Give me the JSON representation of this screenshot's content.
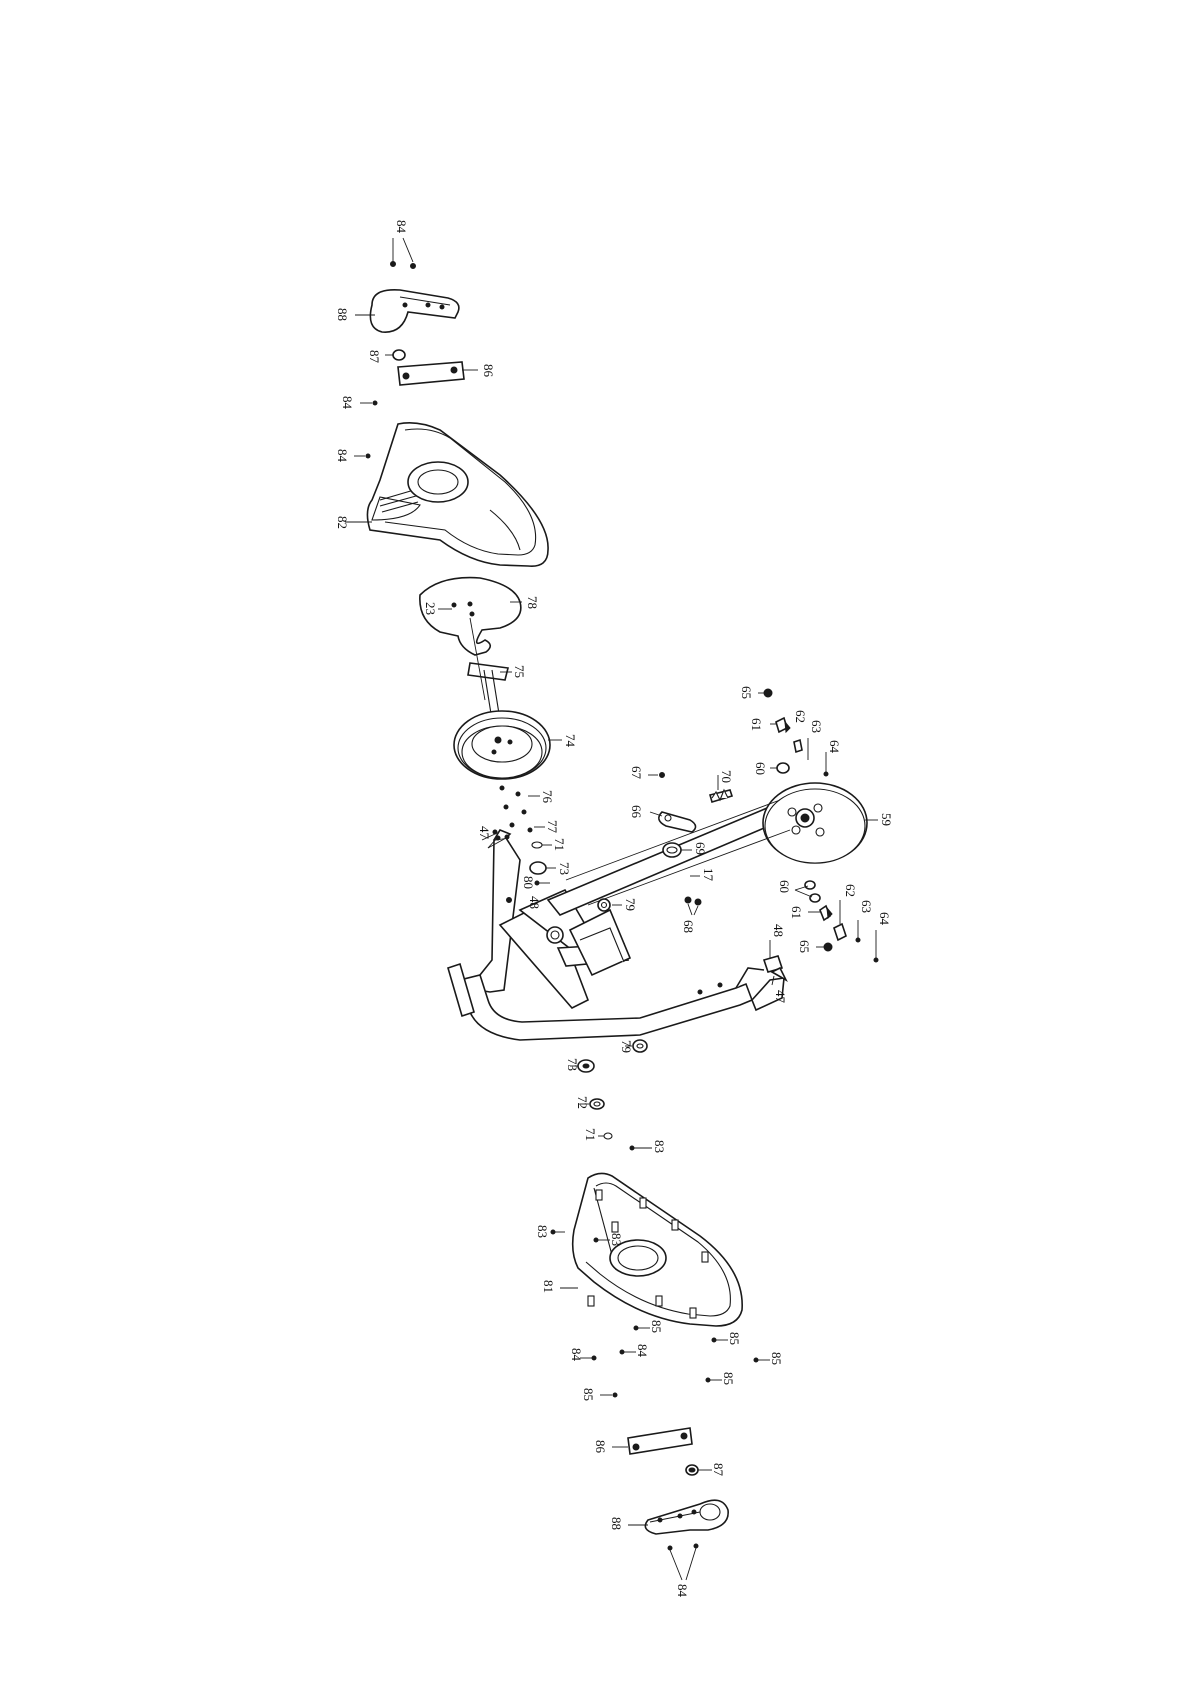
{
  "diagram": {
    "labels": {
      "p84_top": "84",
      "p88_top": "88",
      "p87_top": "87",
      "p86_top": "86",
      "p84_a": "84",
      "p84_b": "84",
      "p82": "82",
      "p78": "78",
      "p23": "23",
      "p75": "75",
      "p74": "74",
      "p76": "76",
      "p77": "77",
      "p71_top": "71",
      "p73_top": "73",
      "p80": "80",
      "p48_left": "48",
      "p47_left": "47",
      "p65_top": "65",
      "p61_top": "61",
      "p62_top": "62",
      "p63_top": "63",
      "p64_top": "64",
      "p60_top": "60",
      "p67": "67",
      "p70": "70",
      "p66": "66",
      "p59": "59",
      "p69": "69",
      "p17": "17",
      "p79_top": "79",
      "p68": "68",
      "p60_bot": "60",
      "p61_bot": "61",
      "p62_bot": "62",
      "p63_bot": "63",
      "p64_bot": "64",
      "p65_bot": "65",
      "p48_right": "48",
      "p47_right": "47",
      "p79_bot": "79",
      "p73_bot": "73",
      "p72": "72",
      "p71_bot": "71",
      "p83_a": "83",
      "p83_b": "83",
      "p83_c": "83",
      "p81": "81",
      "p85_a": "85",
      "p84_c": "84",
      "p84_d": "84",
      "p85_b": "85",
      "p85_c": "85",
      "p85_d": "85",
      "p85_e": "85",
      "p86_bot": "86",
      "p87_bot": "87",
      "p88_bot": "88",
      "p84_bot": "84"
    }
  }
}
